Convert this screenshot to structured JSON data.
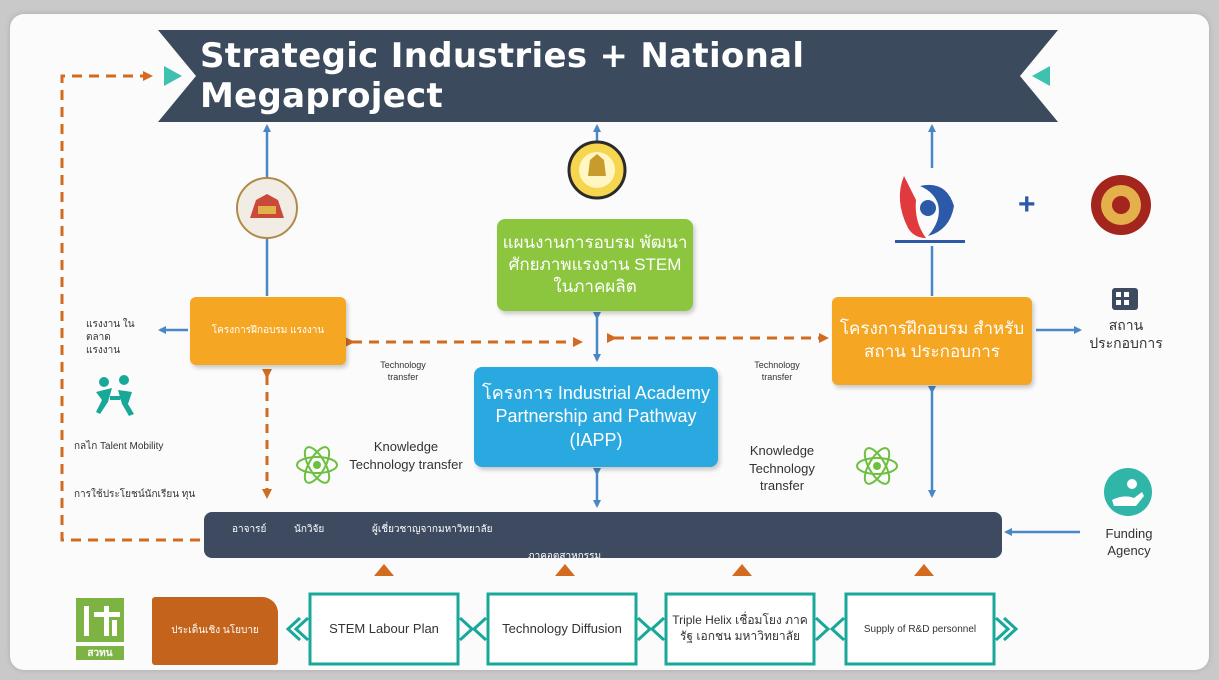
{
  "banner": {
    "title": "Strategic Industries + National Megaproject"
  },
  "center": {
    "green_box": "แผนงานการอบรม พัฒนาศักยภาพแรงงาน STEM ในภาคผลิต",
    "blue_box": "โครงการ Industrial Academy Partnership and Pathway (IAPP)"
  },
  "left": {
    "orange_box": "โครงการฝึกอบรม แรงงาน",
    "outputs": "แรงงาน ในตลาด แรงงาน",
    "talent": "กลไก Talent Mobility",
    "students": "การใช้ประโยชน์นักเรียน ทุน",
    "tech_transfer": "Technology transfer",
    "knowledge": "Knowledge Technology transfer"
  },
  "right": {
    "orange_box": "โครงการฝึกอบรม สำหรับสถาน ประกอบการ",
    "plus": "+",
    "enterprise": "สถาน ประกอบการ",
    "tech_transfer": "Technology transfer",
    "knowledge": "Knowledge Technology transfer",
    "funding": "Funding Agency"
  },
  "bar": {
    "item1": "อาจารย์",
    "item2": "นักวิจัย",
    "item3": "ผู้เชี่ยวชาญจากมหาวิทยาลัย",
    "item4": "ภาคอุตสาหกรรม"
  },
  "bottom": {
    "logo_caption": "สวทน",
    "policy": "ประเด็นเชิง นโยบาย",
    "stem": "STEM Labour Plan",
    "tech_diffusion": "Technology Diffusion",
    "triple_helix": "Triple Helix เชื่อมโยง ภาครัฐ เอกชน มหาวิทยาลัย",
    "supply": "Supply of R&D personnel"
  },
  "colors": {
    "banner": "#3b4a5d",
    "orange": "#f5a623",
    "green": "#8cc63f",
    "blue": "#29a9df",
    "dash": "#d26b1f",
    "teal": "#18a89a"
  }
}
